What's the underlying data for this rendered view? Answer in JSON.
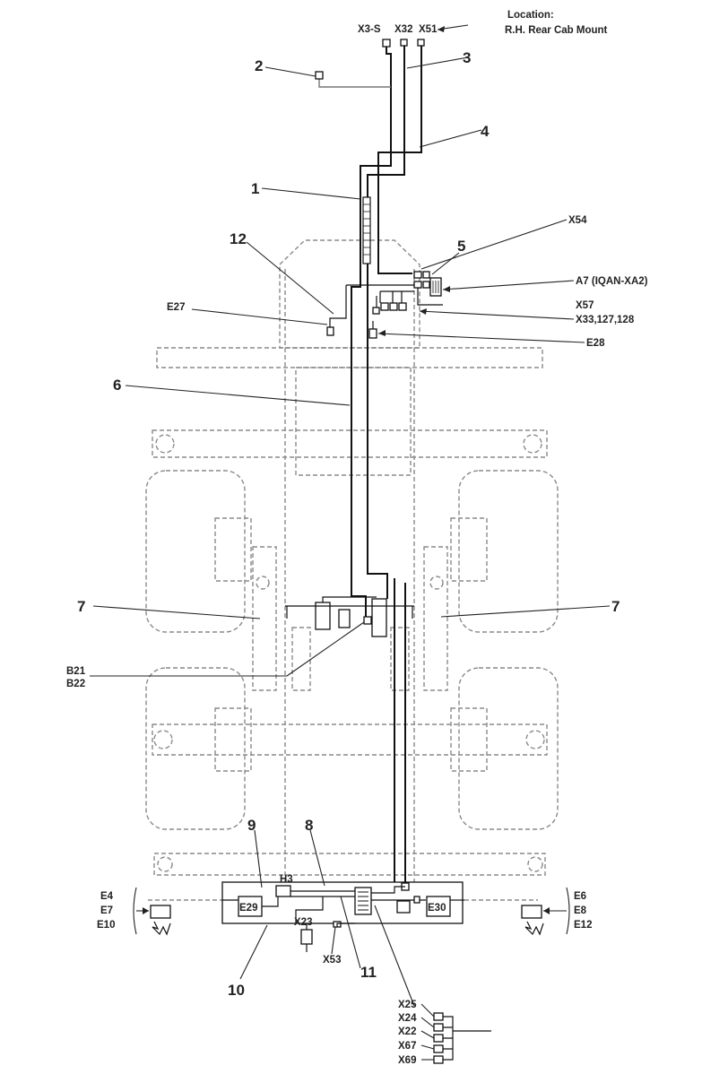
{
  "location": {
    "title": "Location:",
    "value": "R.H. Rear Cab Mount"
  },
  "connectors_top": [
    "X3-S",
    "X32",
    "X51"
  ],
  "callouts": {
    "n1": "1",
    "n2": "2",
    "n3": "3",
    "n4": "4",
    "n5": "5",
    "n6": "6",
    "n7_left": "7",
    "n7_right": "7",
    "n8": "8",
    "n9": "9",
    "n10": "10",
    "n11": "11",
    "n12": "12"
  },
  "labels": {
    "x54": "X54",
    "a7": "A7 (IQAN-XA2)",
    "x57": "X57",
    "x33": "X33,127,128",
    "e27": "E27",
    "e28": "E28",
    "b21": "B21",
    "b22": "B22",
    "h3": "H3",
    "e29": "E29",
    "e30": "E30",
    "x23": "X23",
    "x53": "X53"
  },
  "left_lamps": [
    "E4",
    "E7",
    "E10"
  ],
  "right_lamps": [
    "E6",
    "E8",
    "E12"
  ],
  "bottom_connectors": [
    "X25",
    "X24",
    "X22",
    "X67",
    "X69"
  ]
}
